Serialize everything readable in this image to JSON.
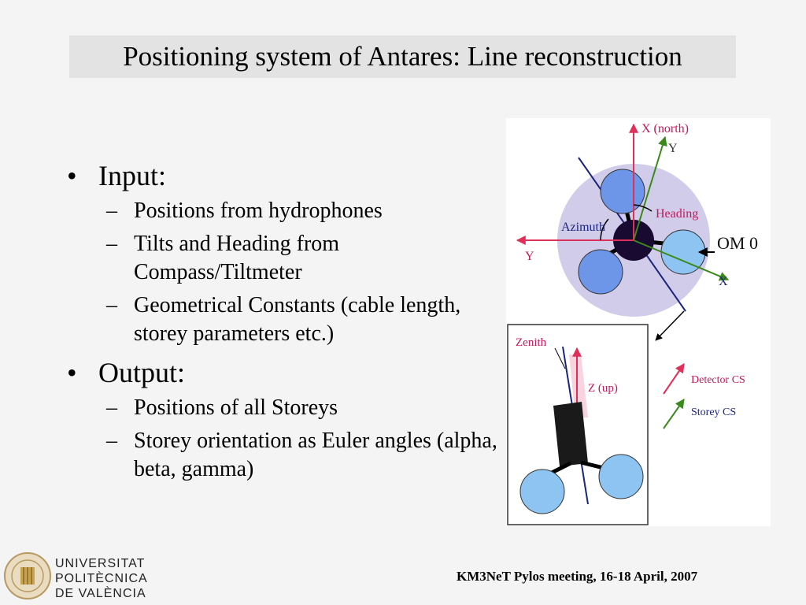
{
  "slide": {
    "title": "Positioning system of Antares: Line reconstruction",
    "bullets": [
      {
        "label": "Input:",
        "items": [
          "Positions from hydrophones",
          "Tilts and Heading from Compass/Tiltmeter",
          "Geometrical Constants (cable length, storey parameters etc.)"
        ]
      },
      {
        "label": "Output:",
        "items": [
          "Positions of all Storeys",
          "Storey orientation as Euler angles (alpha, beta, gamma)"
        ]
      }
    ],
    "bullet_glyph": "•",
    "sub_glyph": "–"
  },
  "diagram": {
    "top_view": {
      "x_north": "X (north)",
      "y_storey_top": "Y",
      "heading": "Heading",
      "azimuth": "Azimuth",
      "om0": "OM 0",
      "y_left": "Y",
      "x_bottom": "X"
    },
    "side_view": {
      "zenith": "Zenith",
      "z_up": "Z (up)"
    },
    "legend": {
      "detector_cs": "Detector CS",
      "storey_cs": "Storey CS"
    },
    "colors": {
      "detector_axis": "#e0305a",
      "storey_axis": "#3a8a1a",
      "om_fill": "#6d95e8",
      "om_fill_light": "#8ec4f2",
      "disc": "#c9c3e6",
      "line": "#1a237e",
      "label": "#c2185b"
    }
  },
  "footer": {
    "university_lines": [
      "UNIVERSITAT",
      "POLITÈCNICA",
      "DE VALÈNCIA"
    ],
    "meeting": "KM3NeT Pylos meeting, 16-18 April, 2007"
  }
}
